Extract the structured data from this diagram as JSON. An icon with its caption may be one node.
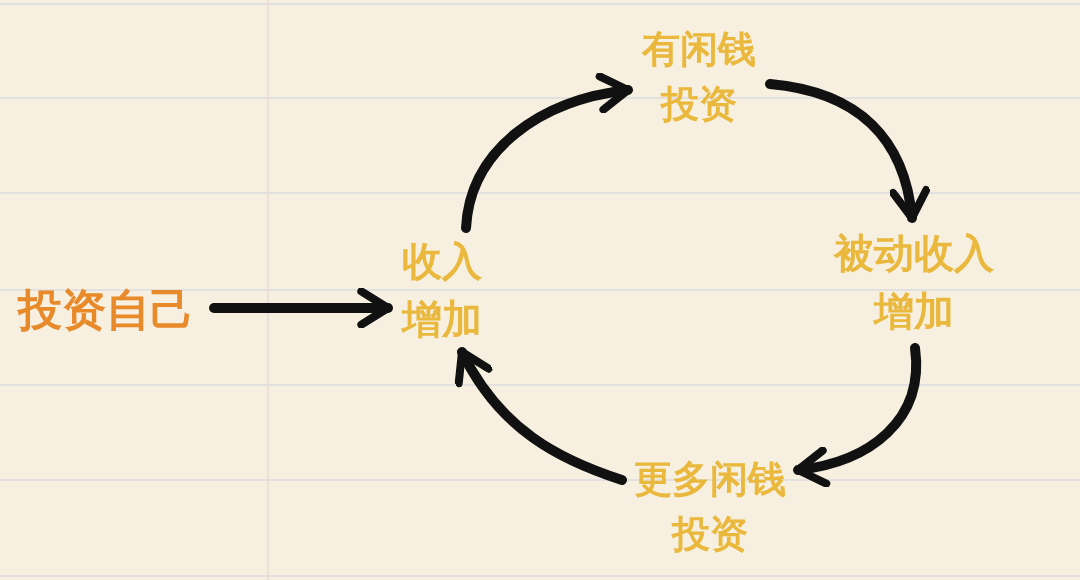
{
  "diagram": {
    "nodes": [
      {
        "text": [
          "投资自己"
        ]
      },
      {
        "text": [
          "收入增加"
        ]
      },
      {
        "text": [
          "有闲钱投资"
        ]
      },
      {
        "text": [
          "被动收入增加"
        ]
      },
      {
        "text": [
          "更多闲钱投资"
        ]
      }
    ],
    "edges": [
      {
        "from": 0,
        "to": 1,
        "arrow": "to"
      },
      {
        "from": 1,
        "to": 2,
        "arrow": "to"
      },
      {
        "from": 2,
        "to": 3,
        "arrow": "to"
      },
      {
        "from": 3,
        "to": 4,
        "arrow": "to"
      },
      {
        "from": 4,
        "to": 1,
        "arrow": "to"
      }
    ]
  }
}
